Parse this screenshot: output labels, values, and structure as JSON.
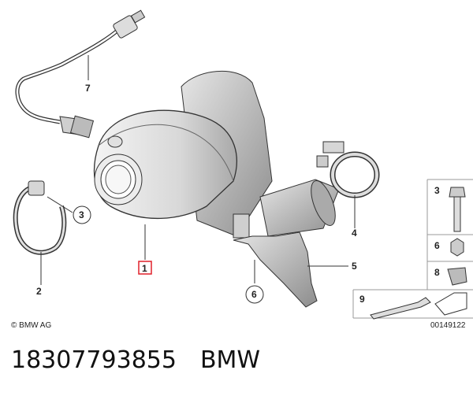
{
  "callouts": {
    "c1": "1",
    "c2": "2",
    "c3": "3",
    "c4": "4",
    "c5": "5",
    "c6": "6",
    "c7": "7",
    "s3": "3",
    "s6": "6",
    "s8": "8",
    "s9": "9"
  },
  "copyright": "© BMW AG",
  "diagram_id": "00149122",
  "footer": {
    "part_number": "18307793855",
    "brand": "BMW"
  },
  "colors": {
    "highlight": "#e0202a",
    "line": "#333333",
    "shade": "#b9b9b9"
  }
}
